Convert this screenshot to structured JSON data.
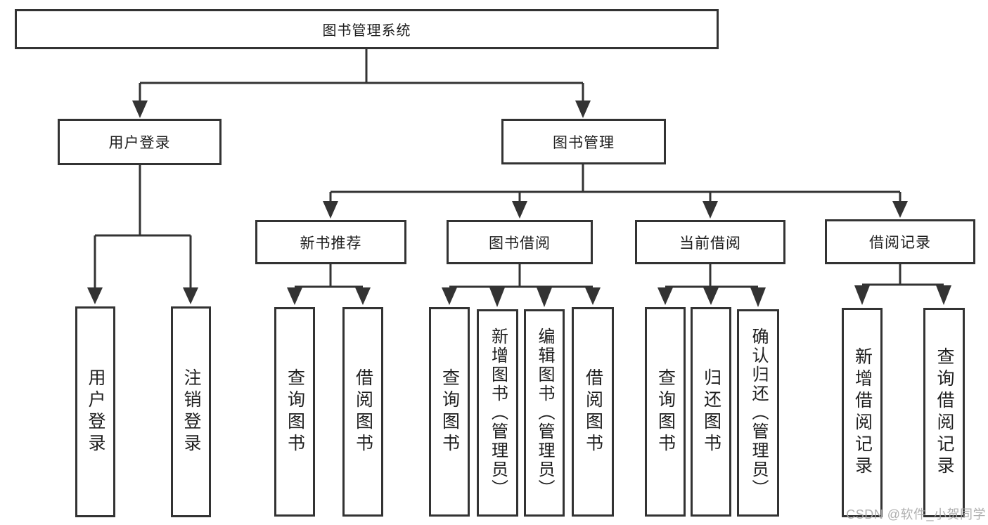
{
  "diagram": {
    "title": "图书管理系统",
    "nodes": {
      "root": "图书管理系统",
      "user_login": "用户登录",
      "book_management": "图书管理",
      "ul_user_login": "用户登录",
      "ul_logout": "注销登录",
      "new_book_recommend": "新书推荐",
      "nb_query_books": "查询图书",
      "nb_borrow_books": "借阅图书",
      "book_borrow": "图书借阅",
      "bb_query_books": "查询图书",
      "bb_add_books": "新增图书（管理员）",
      "bb_edit_books": "编辑图书（管理员）",
      "bb_borrow_books": "借阅图书",
      "current_borrow": "当前借阅",
      "cb_query_books": "查询图书",
      "cb_return_books": "归还图书",
      "cb_confirm_return": "确认归还（管理员）",
      "borrow_records": "借阅记录",
      "br_add_record": "新增借阅记录",
      "br_query_record": "查询借阅记录"
    },
    "colors": {
      "line": "#333333",
      "text": "#1f1f1f",
      "watermark": "#a8a8a8"
    },
    "watermark": "CSDN @软件_小贺同学"
  }
}
